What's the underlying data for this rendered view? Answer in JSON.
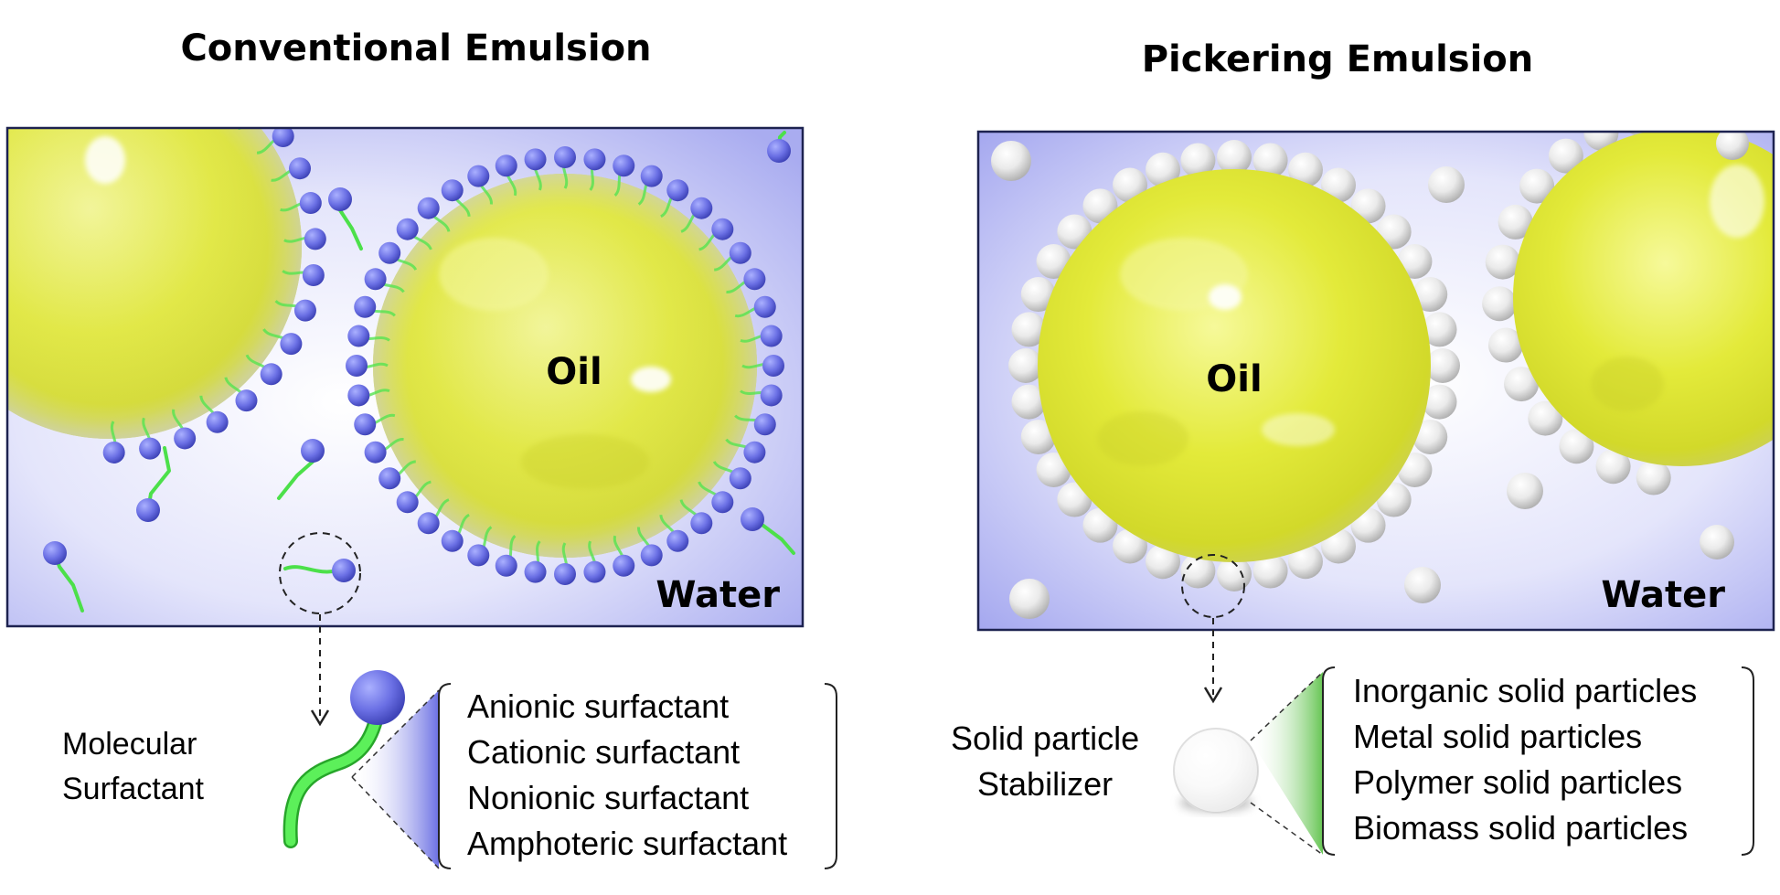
{
  "left_panel": {
    "title": "Conventional Emulsion",
    "oil_label": "Oil",
    "water_label": "Water",
    "stabilizer_label": [
      "Molecular",
      "Surfactant"
    ],
    "types": [
      "Anionic surfactant",
      "Cationic surfactant",
      "Nonionic surfactant",
      "Amphoteric surfactant"
    ]
  },
  "right_panel": {
    "title": "Pickering Emulsion",
    "oil_label": "Oil",
    "water_label": "Water",
    "stabilizer_label": [
      "Solid particle",
      "Stabilizer"
    ],
    "types": [
      "Inorganic solid particles",
      "Metal solid particles",
      "Polymer solid particles",
      "Biomass solid particles"
    ]
  },
  "colors": {
    "oil": "#e6ec3c",
    "surfactant_head": "#6b6fe0",
    "surfactant_tail": "#4ce04a",
    "water": "#c9ccf5",
    "particle": "#eeeeee",
    "frame": "#1d2250"
  }
}
